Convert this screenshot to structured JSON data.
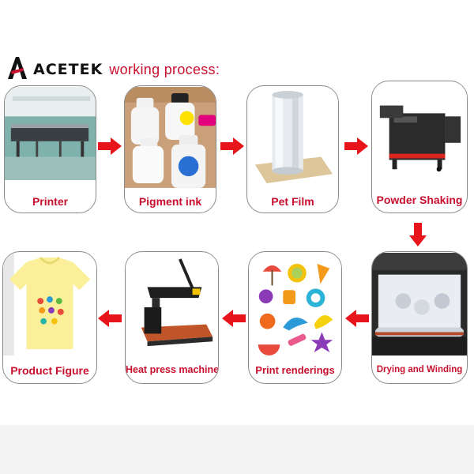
{
  "header": {
    "brand": "ACETEK",
    "title": "working process:"
  },
  "colors": {
    "accent": "#c8102e",
    "arrow": "#e8141b",
    "border": "#8a8a8a"
  },
  "steps": [
    {
      "label": "Printer",
      "icon": "printer-photo"
    },
    {
      "label": "Pigment ink",
      "icon": "ink-bottles-photo"
    },
    {
      "label": "Pet Film",
      "icon": "film-roll-photo"
    },
    {
      "label": "Powder Shaking",
      "icon": "powder-shaker-photo"
    },
    {
      "label": "Drying and Winding",
      "icon": "dryer-winder-photo"
    },
    {
      "label": "Print renderings",
      "icon": "sticker-sheet-photo"
    },
    {
      "label": "Heat press machine",
      "icon": "heat-press-photo"
    },
    {
      "label": "Product Figure",
      "icon": "tshirt-photo"
    }
  ]
}
